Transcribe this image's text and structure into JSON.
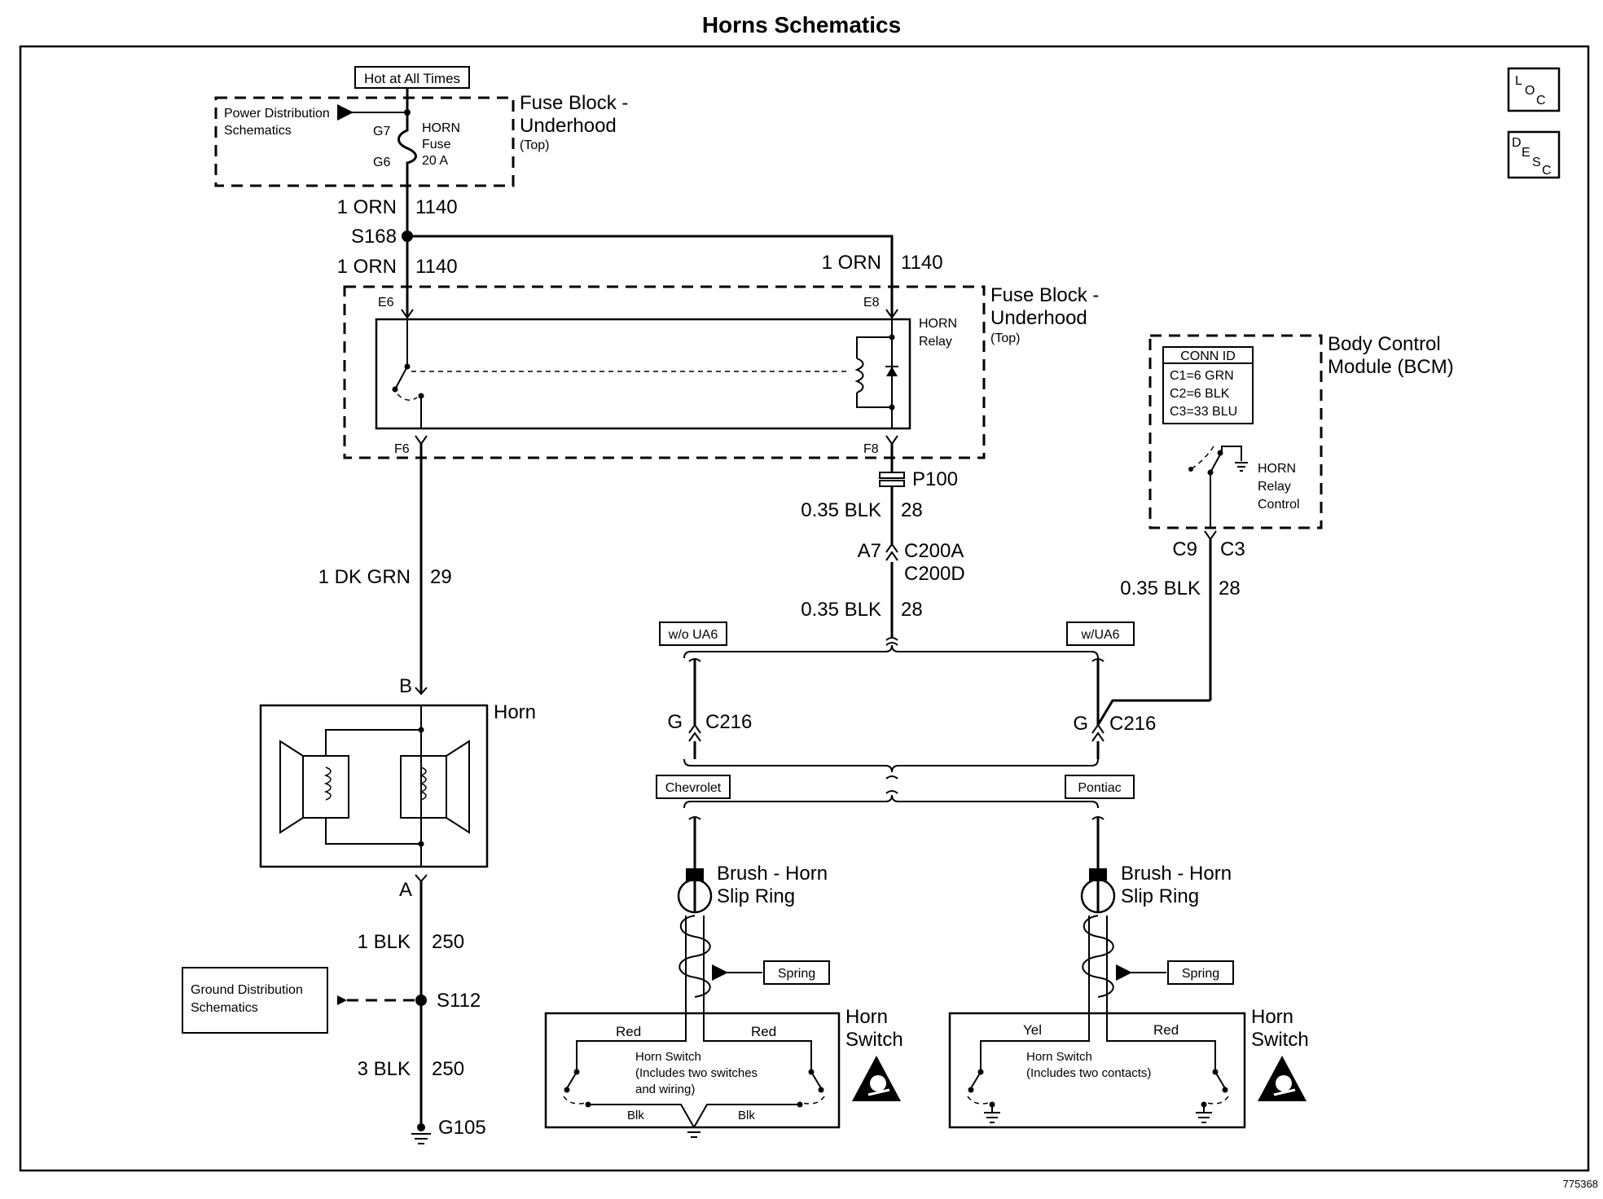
{
  "title": "Horns Schematics",
  "figure_number": "775368",
  "icons": {
    "loc": "LOC",
    "desc": "DESC",
    "loc_icon": "loc-icon",
    "desc_icon": "desc-icon",
    "airbag": "airbag-warning-icon"
  },
  "power": {
    "hot_label": "Hot at All Times",
    "power_dist": [
      "Power Distribution",
      "Schematics"
    ],
    "g7": "G7",
    "g6": "G6",
    "fuse": [
      "HORN",
      "Fuse",
      "20 A"
    ],
    "fuse_block_1": [
      "Fuse Block -",
      "Underhood",
      "(Top)"
    ]
  },
  "wires": {
    "w1_gauge": "1 ORN",
    "w1_circuit": "1140",
    "splice": "S168",
    "w2_gauge": "1 ORN",
    "w2_circuit": "1140",
    "w3_gauge": "1 ORN",
    "w3_circuit": "1140",
    "e6": "E6",
    "e8": "E8",
    "f6": "F6",
    "f8": "F8",
    "relay": [
      "HORN",
      "Relay"
    ],
    "fuse_block_2": [
      "Fuse Block -",
      "Underhood",
      "(Top)"
    ],
    "w4_gauge": "1 DK GRN",
    "w4_circuit": "29",
    "p100": "P100",
    "w5_gauge": "0.35 BLK",
    "w5_circuit": "28",
    "a7": "A7",
    "c200a": "C200A",
    "c200d": "C200D",
    "w6_gauge": "0.35 BLK",
    "w6_circuit": "28"
  },
  "bcm": {
    "name": [
      "Body Control",
      "Module (BCM)"
    ],
    "conn_id": "CONN ID",
    "c1": "C1=6 GRN",
    "c2": "C2=6 BLK",
    "c3": "C3=33 BLU",
    "relay_control": [
      "HORN",
      "Relay",
      "Control"
    ],
    "c9": "C9",
    "c3pin": "C3",
    "w_gauge": "0.35 BLK",
    "w_circuit": "28"
  },
  "options": {
    "wo_ua6": "w/o UA6",
    "w_ua6": "w/UA6",
    "g_left": "G",
    "c216_left": "C216",
    "g_right": "G",
    "c216_right": "C216",
    "chevrolet": "Chevrolet",
    "pontiac": "Pontiac"
  },
  "horn": {
    "label": "Horn",
    "pin_b": "B",
    "pin_a": "A",
    "w7_gauge": "1 BLK",
    "w7_circuit": "250",
    "splice": "S112",
    "ground_dist": [
      "Ground Distribution",
      "Schematics"
    ],
    "w8_gauge": "3 BLK",
    "w8_circuit": "250",
    "ground": "G105"
  },
  "left_switch": {
    "brush": [
      "Brush - Horn",
      "Slip Ring"
    ],
    "spring": "Spring",
    "red_left": "Red",
    "red_right": "Red",
    "desc": [
      "Horn Switch",
      "(Includes two switches",
      "and wiring)"
    ],
    "blk_left": "Blk",
    "blk_right": "Blk",
    "label": [
      "Horn",
      "Switch"
    ]
  },
  "right_switch": {
    "brush": [
      "Brush - Horn",
      "Slip Ring"
    ],
    "spring": "Spring",
    "yel": "Yel",
    "red": "Red",
    "desc": [
      "Horn Switch",
      "(Includes two contacts)"
    ],
    "label": [
      "Horn",
      "Switch"
    ]
  }
}
